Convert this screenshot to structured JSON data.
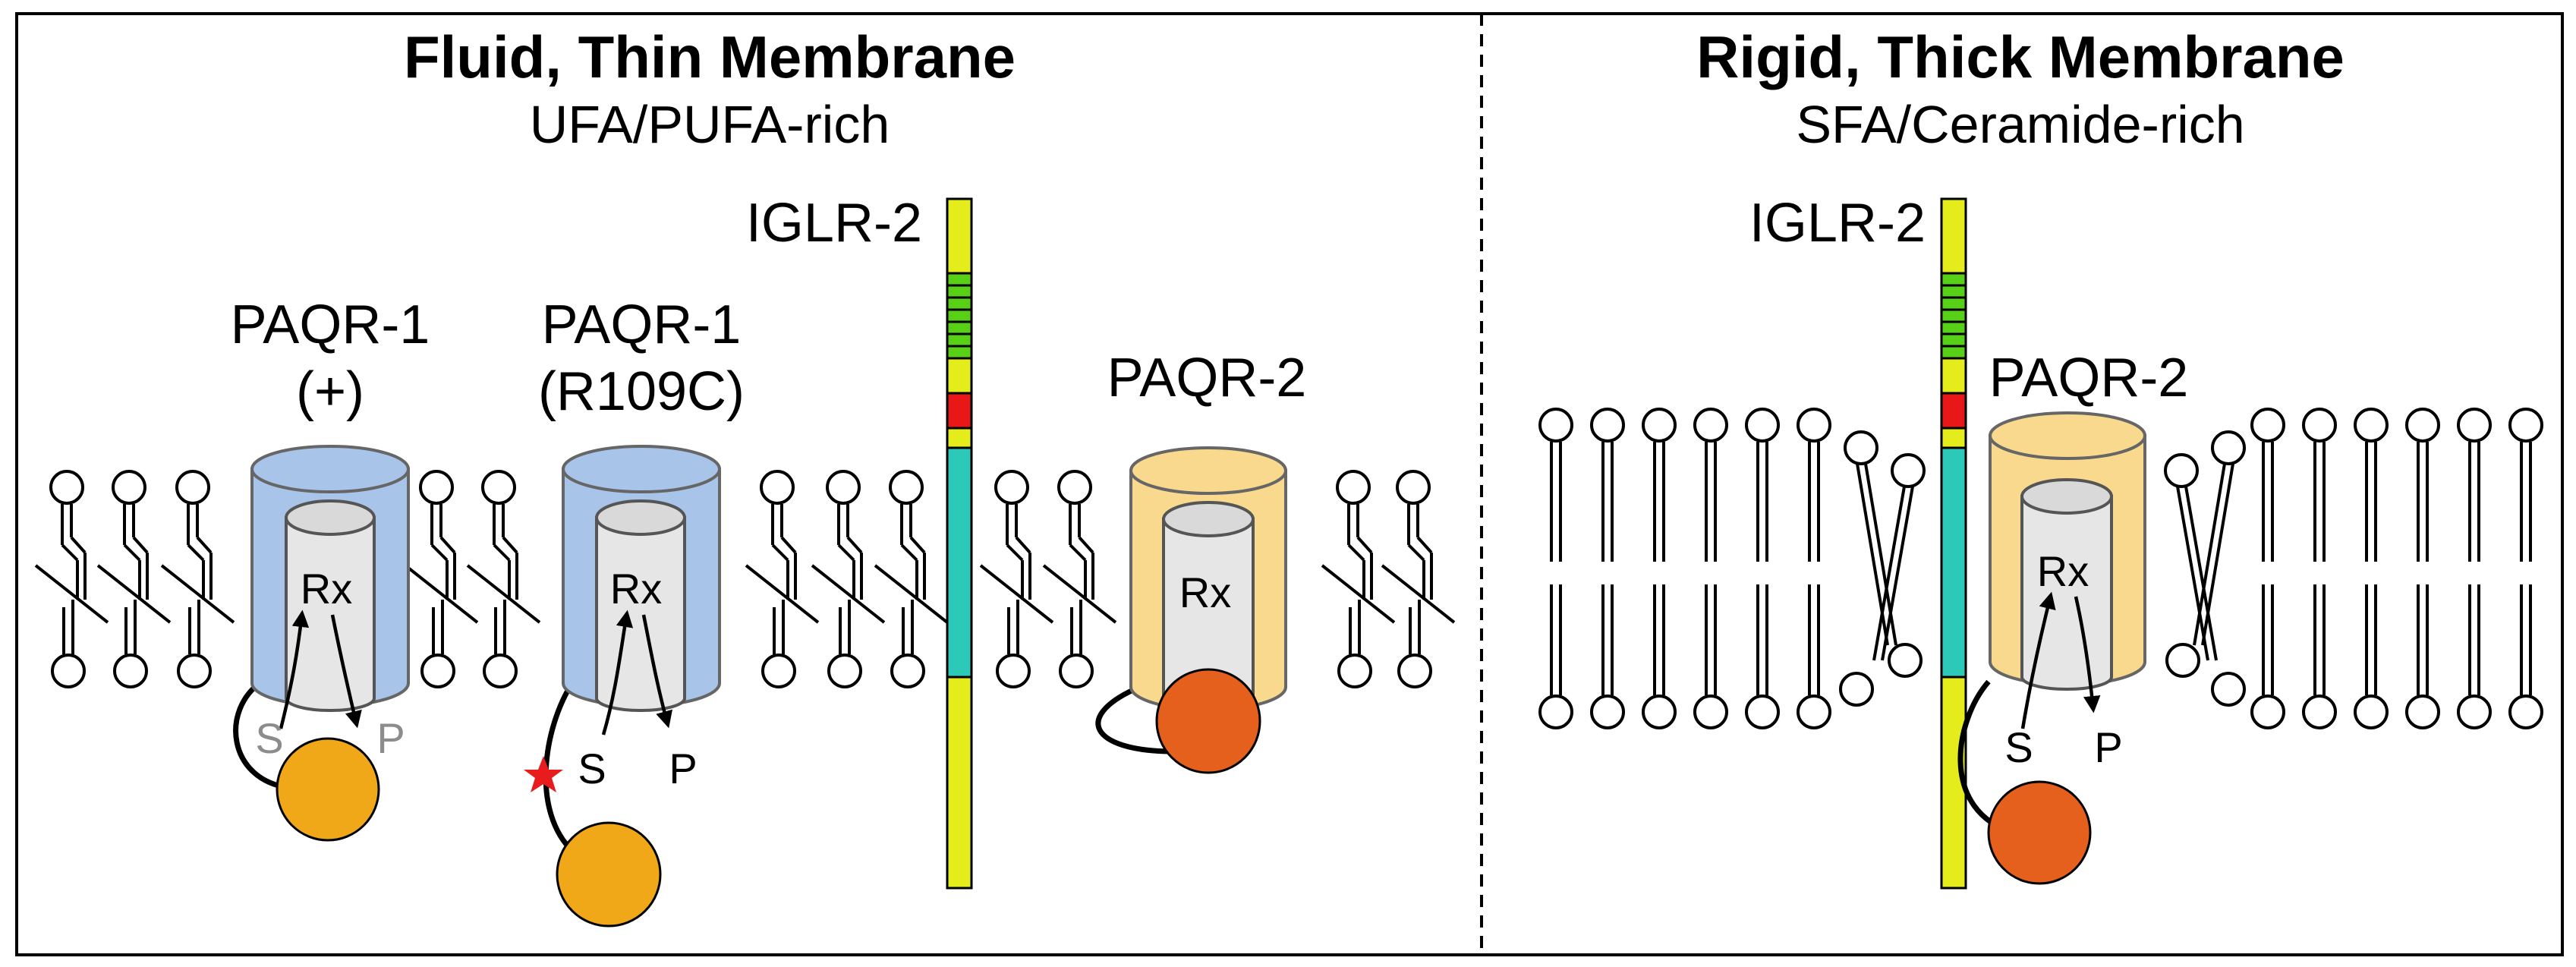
{
  "panels": {
    "left": {
      "title": "Fluid, Thin Membrane",
      "subtitle": "UFA/PUFA-rich"
    },
    "right": {
      "title": "Rigid, Thick Membrane",
      "subtitle": "SFA/Ceramide-rich"
    }
  },
  "labels": {
    "paqr1_wt_line1": "PAQR-1",
    "paqr1_wt_line2": "(+)",
    "paqr1_mut_line1": "PAQR-1",
    "paqr1_mut_line2": "(R109C)",
    "iglr2": "IGLR-2",
    "paqr2": "PAQR-2",
    "rx": "Rx",
    "substrate": "S",
    "product": "P"
  },
  "colors": {
    "paqr1_cylinder": "#a8c4e8",
    "paqr2_cylinder": "#f8d98e",
    "inactive_ball": "#f0a818",
    "active_ball": "#e4601c",
    "mutation_star": "#e81c1c",
    "iglr2_outer": "#e4ec1c",
    "iglr2_lrr": "#58d018",
    "iglr2_red": "#e81818",
    "iglr2_tm": "#2cc8b8",
    "faded_sp": "#8c8c8c"
  }
}
